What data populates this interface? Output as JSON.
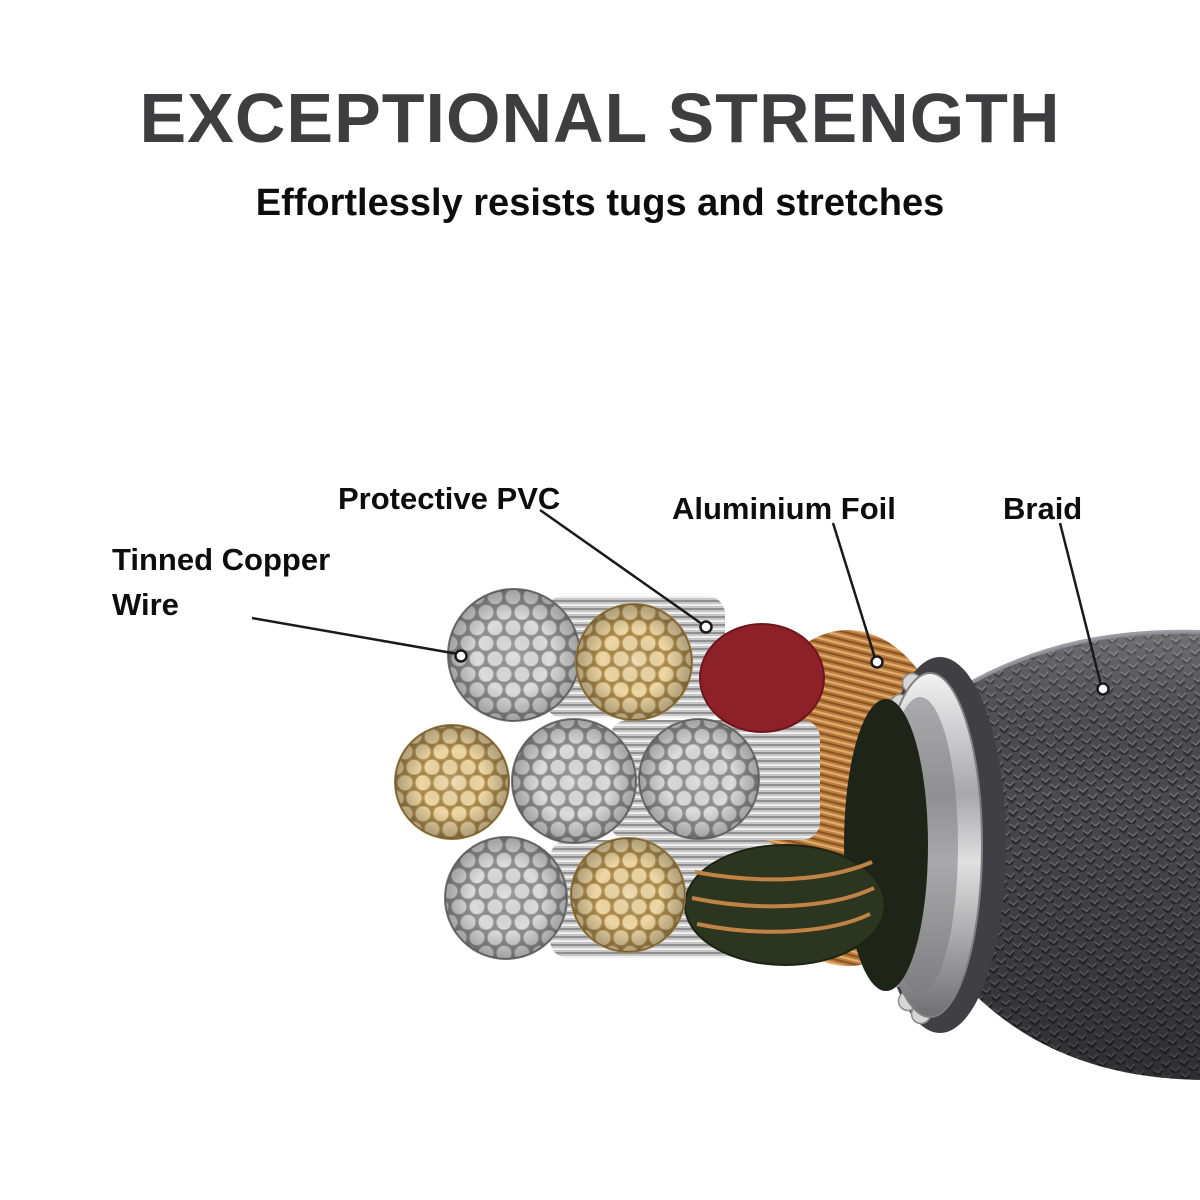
{
  "header": {
    "title": "EXCEPTIONAL STRENGTH",
    "subtitle": "Effortlessly resists tugs and stretches"
  },
  "diagram": {
    "type": "cable-cross-section-cutaway",
    "parts": [
      {
        "id": "tinned-copper-wire",
        "label": "Tinned Copper Wire"
      },
      {
        "id": "protective-pvc",
        "label": "Protective PVC"
      },
      {
        "id": "aluminium-foil",
        "label": "Aluminium Foil"
      },
      {
        "id": "braid",
        "label": "Braid"
      }
    ]
  },
  "colors": {
    "background": "#ffffff",
    "title": "#3e3e40",
    "body_text": "#0d0d0d",
    "leader_line": "#1a1a1a",
    "tinned_strand": "#dcdcdc",
    "copper_strand": "#eed7a4",
    "pvc_red": "#8e2028",
    "insulation_green": "#2c3520",
    "foil_silver": "#d2d2d2",
    "braid_gray": "#4b4b4f"
  }
}
